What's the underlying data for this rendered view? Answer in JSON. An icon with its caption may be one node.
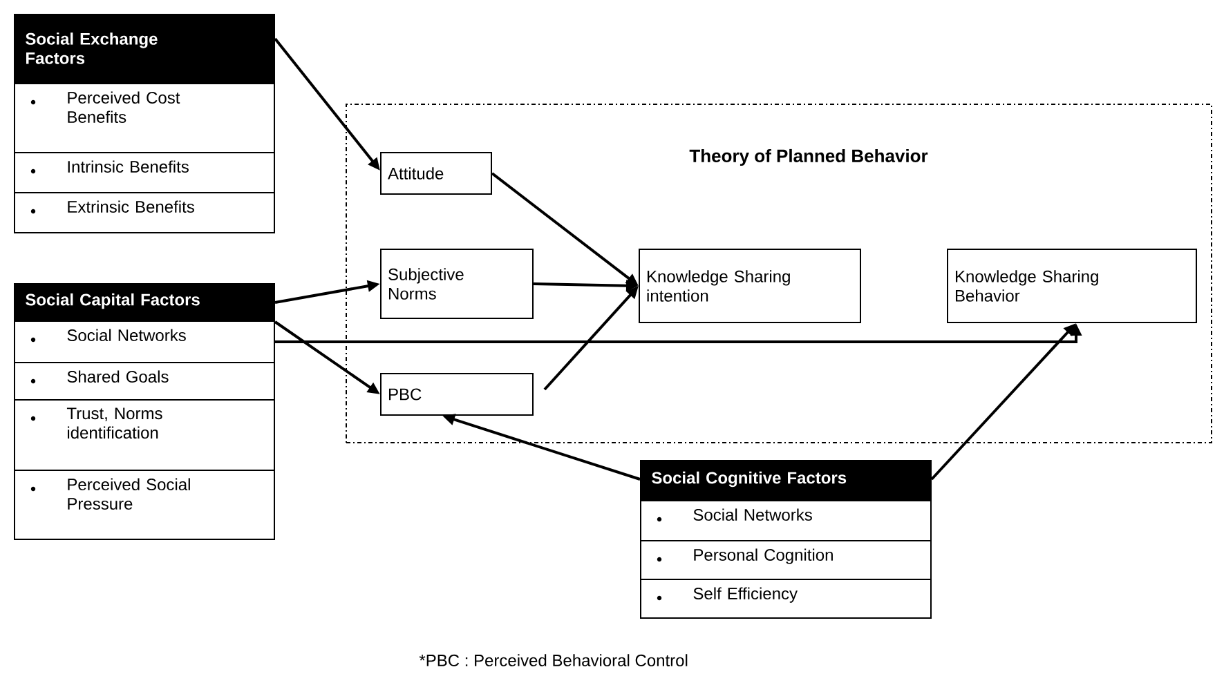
{
  "diagram": {
    "nodes": [
      {
        "text": [
          "Social Exchange Factors"
        ]
      },
      {
        "text": [
          "Perceived Cost Benefits"
        ]
      },
      {
        "text": [
          "Intrinsic Benefits"
        ]
      },
      {
        "text": [
          "Extrinsic Benefits"
        ]
      },
      {
        "text": [
          "Theory of Planned Behavior"
        ]
      },
      {
        "text": [
          "Attitude"
        ],
        "in": 4
      },
      {
        "text": [
          "Subjective Norms"
        ],
        "in": 4
      },
      {
        "text": [
          "Knowledge Sharing intention"
        ],
        "in": 4
      },
      {
        "text": [
          "Knowledge Sharing Behavior"
        ],
        "in": 4
      },
      {
        "text": [
          "Social Capital Factors"
        ]
      },
      {
        "text": [
          "Social Networks"
        ]
      },
      {
        "text": [
          "Shared Goals"
        ]
      },
      {
        "text": [
          "Trust, Norms identification"
        ]
      },
      {
        "text": [
          "Perceived Social Pressure"
        ]
      },
      {
        "text": [
          "PBC"
        ],
        "in": 4
      },
      {
        "text": [
          "Social Cognitive Factors"
        ]
      },
      {
        "text": [
          "Social Networks"
        ]
      },
      {
        "text": [
          "Personal Cognition"
        ]
      },
      {
        "text": [
          "Self Efficiency"
        ]
      }
    ],
    "edges": [
      {
        "from": 0,
        "to": 5,
        "arrow": "to"
      },
      {
        "from": 9,
        "to": 6,
        "arrow": "to"
      },
      {
        "from": 9,
        "to": 14,
        "arrow": "to"
      },
      {
        "from": 10,
        "to": 8,
        "arrow": "to"
      },
      {
        "from": 5,
        "to": 7,
        "arrow": "to"
      },
      {
        "from": 6,
        "to": 7,
        "arrow": "to"
      },
      {
        "from": 14,
        "to": 7,
        "arrow": "to"
      },
      {
        "from": 15,
        "to": 14,
        "arrow": "to"
      },
      {
        "from": 15,
        "to": 8,
        "arrow": "to"
      }
    ],
    "labels": [
      "*PBC : Perceived Behavioral Control"
    ]
  }
}
